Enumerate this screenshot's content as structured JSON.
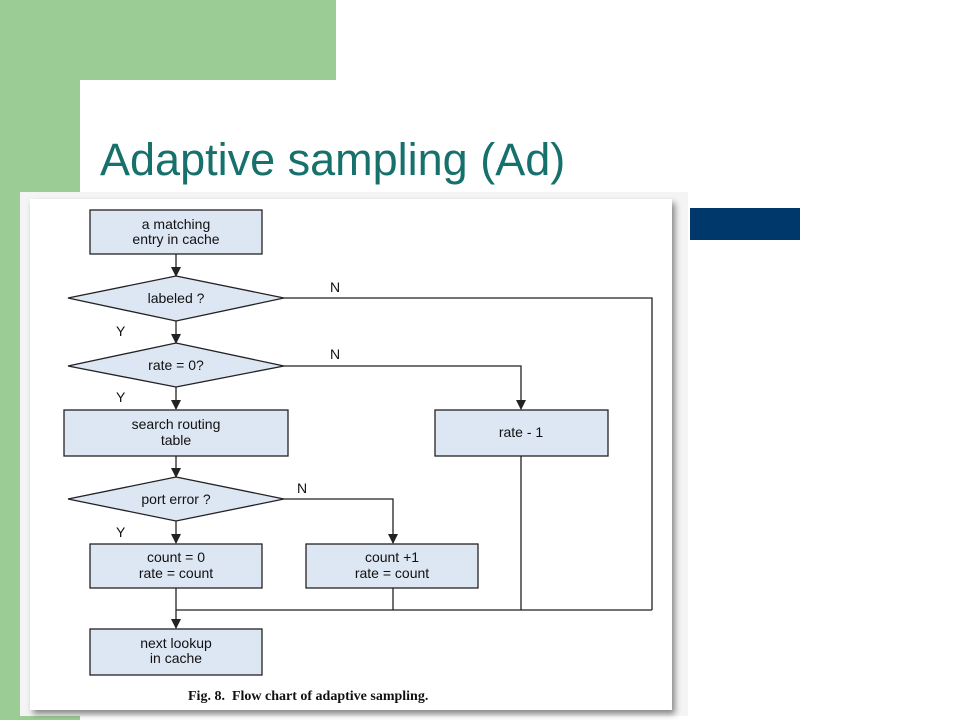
{
  "slide": {
    "title": "Adaptive sampling (Ad)",
    "colors": {
      "green": "#9ccc95",
      "title": "#16706b",
      "accent": "#00386b"
    }
  },
  "flowchart": {
    "caption": "Fig. 8.  Flow chart of adaptive sampling.",
    "nodes": {
      "start": [
        "a matching",
        "entry in cache"
      ],
      "labeled": [
        "labeled  ?"
      ],
      "rate_zero": [
        "rate  = 0?"
      ],
      "search": [
        "search routing",
        "table"
      ],
      "rate_minus": [
        "rate - 1"
      ],
      "port_error": [
        "port error   ?"
      ],
      "count_zero": [
        "count  = 0",
        "rate  = count"
      ],
      "count_plus": [
        "count   +1",
        "rate = count"
      ],
      "next": [
        "next lookup",
        "in cache"
      ]
    },
    "edge_labels": {
      "labeled_n": "N",
      "labeled_y": "Y",
      "rate_n": "N",
      "rate_y": "Y",
      "port_n": "N",
      "port_y": "Y"
    }
  }
}
